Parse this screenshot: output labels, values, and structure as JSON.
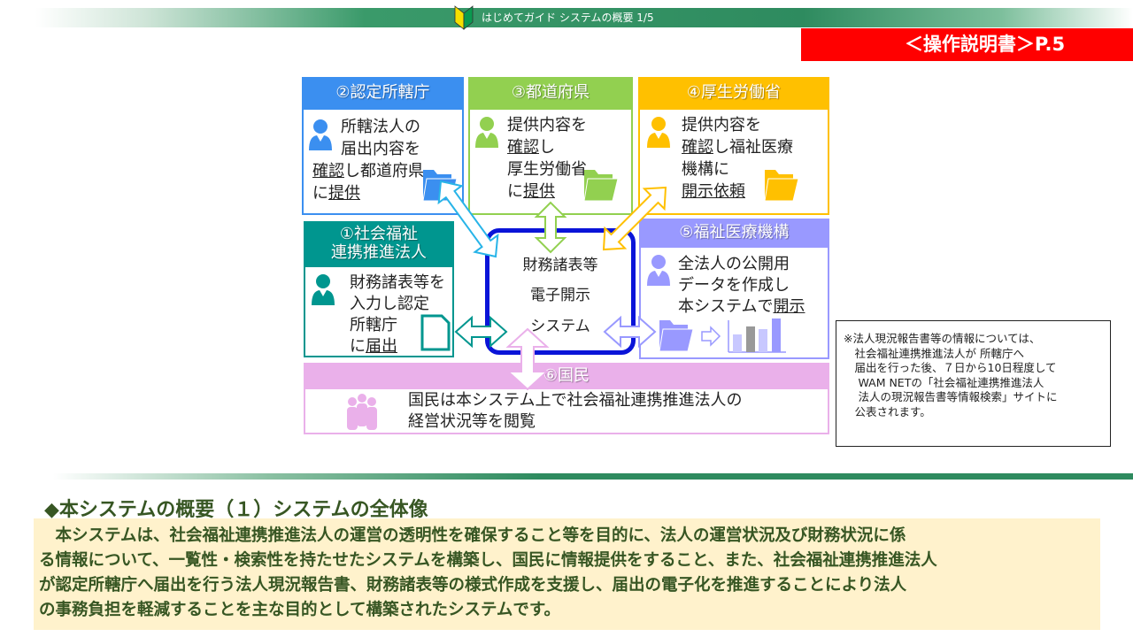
{
  "header": {
    "title": "はじめてガイド システムの概要 1/5",
    "manual_ref": "＜操作説明書＞P.5"
  },
  "colors": {
    "blue": "#3b8ff0",
    "green": "#92d050",
    "orange": "#ffc000",
    "teal": "#00968f",
    "lavender": "#9999ff",
    "pink": "#eab0ea",
    "accent_red": "#ff0000",
    "text_green": "#375623"
  },
  "diagram": {
    "center": {
      "lines": [
        "財務諸表等",
        "電子開示",
        "システム"
      ]
    },
    "box1": {
      "title": [
        "①社会福祉",
        "連携推進法人"
      ],
      "lines": [
        "財務諸表等を",
        "入力し認定",
        "所轄庁"
      ],
      "last_pre": "に",
      "last_u": "届出"
    },
    "box2": {
      "title": "②認定所轄庁",
      "lines": [
        "所轄法人の",
        "届出内容を"
      ],
      "l3_u": "確認",
      "l3": "し都道府県",
      "l4_pre": "に",
      "l4_u": "提供"
    },
    "box3": {
      "title": "③都道府県",
      "l1": "提供内容を",
      "l2_u": "確認",
      "l2": "し",
      "l3": "厚生労働省",
      "l4_pre": "に",
      "l4_u": "提供"
    },
    "box4": {
      "title": "④厚生労働省",
      "l1": "提供内容を",
      "l2_u": "確認",
      "l2": "し福祉医療",
      "l3": "機構に",
      "l4_u": "開示依頼"
    },
    "box5": {
      "title": "⑤福祉医療機構",
      "l1": "全法人の公開用",
      "l2": "データを作成し",
      "l3": "本システムで",
      "l3_u": "開示"
    },
    "box6": {
      "title": "⑥国民",
      "lines": [
        "国民は本システム上で社会福祉連携推進法人の",
        "経営状況等を閲覧"
      ]
    }
  },
  "note": "※法人現況報告書等の情報については、\n　社会福祉連携推進法人が 所轄庁へ\n　届出を行った後、７日から10日程度して\n　 WAM NETの「社会福祉連携推進法人\n　 法人の現況報告書等情報検索」サイトに\n　公表されます。",
  "section": {
    "title": "◆本システムの概要（１）システムの全体像",
    "lines": [
      "　本システムは、社会福祉連携推進法人の運営の透明性を確保すること等を目的に、法人の運営状況及び財務状況に係",
      "る情報について、一覧性・検索性を持たせたシステムを構築し、国民に情報提供をすること、また、社会福祉連携推進法人",
      "が認定所轄庁へ届出を行う法人現況報告書、財務諸表等の様式作成を支援し、届出の電子化を推進することにより法人",
      "の事務負担を軽減することを主な目的として構築されたシステムです。"
    ]
  }
}
